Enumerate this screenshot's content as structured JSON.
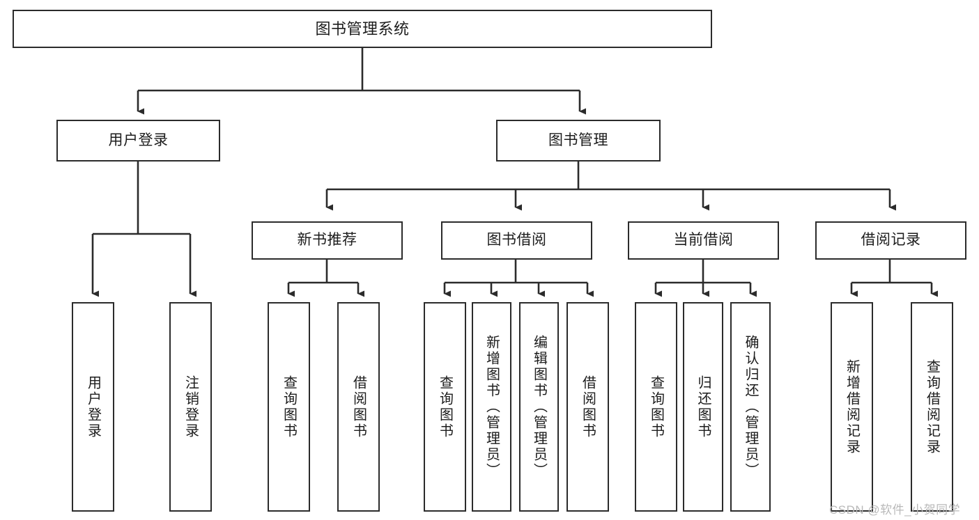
{
  "diagram": {
    "title": "图书管理系统",
    "type": "tree-hierarchy-diagram",
    "watermark": "CSDN @软件_小贺同学",
    "colors": {
      "stroke": "#2b2b2b",
      "fill": "#ffffff",
      "text": "#1c1c1c",
      "watermark": "#b9b9b9"
    },
    "nodes": {
      "root": {
        "label": "图书管理系统"
      },
      "level2": [
        {
          "id": "user-login",
          "label": "用户登录"
        },
        {
          "id": "book-management",
          "label": "图书管理"
        }
      ],
      "level3": [
        {
          "id": "new-book-recommend",
          "label": "新书推荐"
        },
        {
          "id": "book-borrow",
          "label": "图书借阅"
        },
        {
          "id": "current-borrow",
          "label": "当前借阅"
        },
        {
          "id": "borrow-record",
          "label": "借阅记录"
        }
      ],
      "leaves": {
        "user_login": [
          {
            "id": "leaf-user-login",
            "label": "用户登录"
          },
          {
            "id": "leaf-logout-login",
            "label": "注销登录"
          }
        ],
        "new_book_recommend": [
          {
            "id": "leaf-query-book-1",
            "label": "查询图书"
          },
          {
            "id": "leaf-borrow-book-1",
            "label": "借阅图书"
          }
        ],
        "book_borrow": [
          {
            "id": "leaf-query-book-2",
            "label": "查询图书"
          },
          {
            "id": "leaf-add-book",
            "label": "新增图书（管理员）"
          },
          {
            "id": "leaf-edit-book",
            "label": "编辑图书（管理员）"
          },
          {
            "id": "leaf-borrow-book-2",
            "label": "借阅图书"
          }
        ],
        "current_borrow": [
          {
            "id": "leaf-query-book-3",
            "label": "查询图书"
          },
          {
            "id": "leaf-return-book",
            "label": "归还图书"
          },
          {
            "id": "leaf-confirm-return",
            "label": "确认归还（管理员）"
          }
        ],
        "borrow_record": [
          {
            "id": "leaf-add-record",
            "label": "新增借阅记录"
          },
          {
            "id": "leaf-query-record",
            "label": "查询借阅记录"
          }
        ]
      }
    }
  }
}
